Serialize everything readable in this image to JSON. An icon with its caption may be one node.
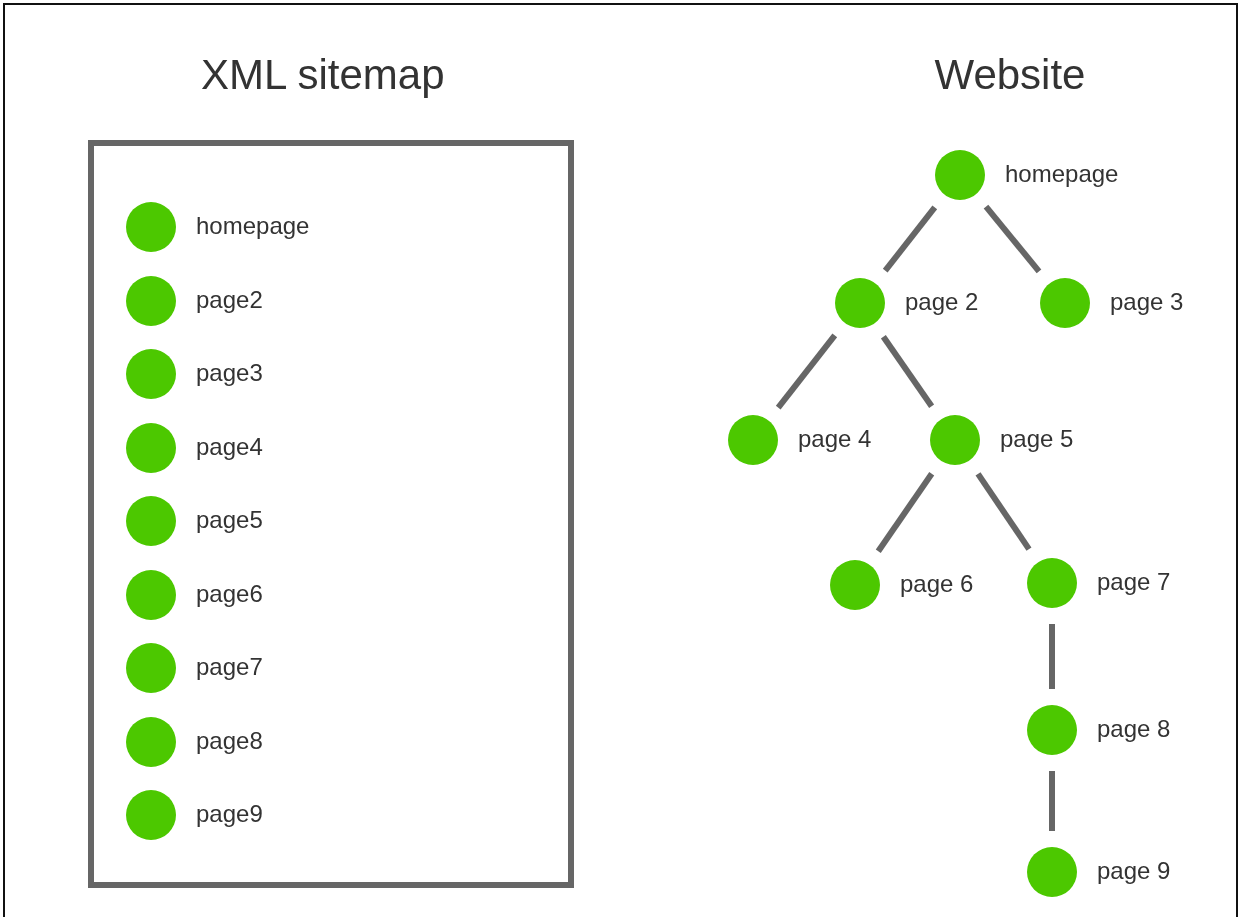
{
  "diagram": {
    "nodes": [
      {
        "text": [
          "XML sitemap"
        ]
      },
      {
        "text": [],
        "shape": "circle",
        "beside": [
          "homepage"
        ],
        "in": 0
      },
      {
        "text": [],
        "shape": "circle",
        "beside": [
          "page2"
        ],
        "in": 0
      },
      {
        "text": [],
        "shape": "circle",
        "beside": [
          "page3"
        ],
        "in": 0
      },
      {
        "text": [],
        "shape": "circle",
        "beside": [
          "page4"
        ],
        "in": 0
      },
      {
        "text": [],
        "shape": "circle",
        "beside": [
          "page5"
        ],
        "in": 0
      },
      {
        "text": [],
        "shape": "circle",
        "beside": [
          "page6"
        ],
        "in": 0
      },
      {
        "text": [],
        "shape": "circle",
        "beside": [
          "page7"
        ],
        "in": 0
      },
      {
        "text": [],
        "shape": "circle",
        "beside": [
          "page8"
        ],
        "in": 0
      },
      {
        "text": [],
        "shape": "circle",
        "beside": [
          "page9"
        ],
        "in": 0
      },
      {
        "text": [],
        "shape": "circle",
        "beside": [
          "homepage"
        ]
      },
      {
        "text": [],
        "shape": "circle",
        "beside": [
          "page 2"
        ]
      },
      {
        "text": [],
        "shape": "circle",
        "beside": [
          "page 3"
        ]
      },
      {
        "text": [],
        "shape": "circle",
        "beside": [
          "page 4"
        ]
      },
      {
        "text": [],
        "shape": "circle",
        "beside": [
          "page 5"
        ]
      },
      {
        "text": [],
        "shape": "circle",
        "beside": [
          "page 6"
        ]
      },
      {
        "text": [],
        "shape": "circle",
        "beside": [
          "page 7"
        ]
      },
      {
        "text": [],
        "shape": "circle",
        "beside": [
          "page 8"
        ]
      },
      {
        "text": [],
        "shape": "circle",
        "beside": [
          "page 9"
        ]
      }
    ],
    "edges": [
      {
        "from": 10,
        "to": 11,
        "arrow": "none"
      },
      {
        "from": 10,
        "to": 12,
        "arrow": "none"
      },
      {
        "from": 11,
        "to": 13,
        "arrow": "none"
      },
      {
        "from": 11,
        "to": 14,
        "arrow": "none"
      },
      {
        "from": 14,
        "to": 15,
        "arrow": "none"
      },
      {
        "from": 14,
        "to": 16,
        "arrow": "none"
      },
      {
        "from": 16,
        "to": 17,
        "arrow": "none"
      },
      {
        "from": 17,
        "to": 18,
        "arrow": "none"
      }
    ],
    "labels": [
      "Website"
    ]
  }
}
